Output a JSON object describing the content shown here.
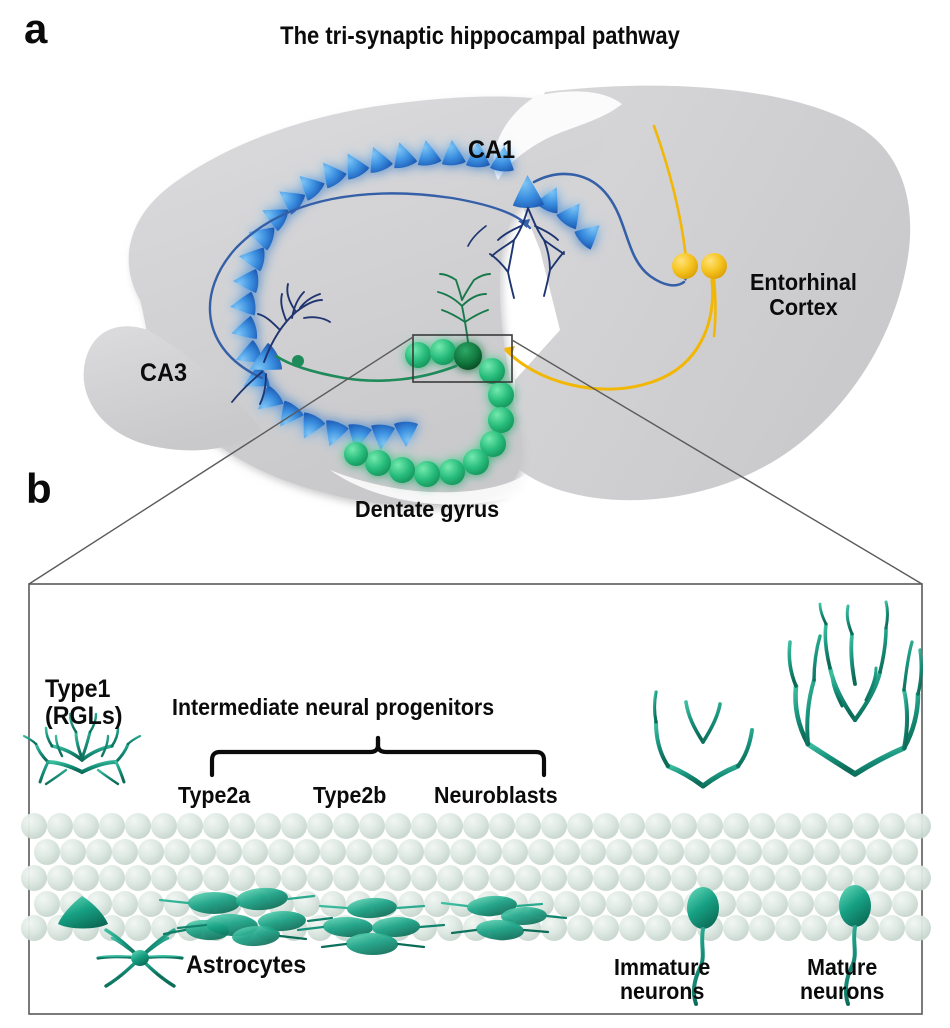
{
  "figure": {
    "panel_a": {
      "letter": "a",
      "title": "The tri-synaptic hippocampal pathway",
      "labels": {
        "ca1": "CA1",
        "ca3": "CA3",
        "entorhinal_line1": "Entorhinal",
        "entorhinal_line2": "Cortex",
        "dentate_gyrus": "Dentate gyrus"
      },
      "colors": {
        "brain_fill": "#d2d2d4",
        "pyramidal_blue": "#2a7fd4",
        "pyramidal_dark": "#14306e",
        "granule_green": "#22b573",
        "granule_dark": "#0c6b3a",
        "entorhinal_yellow": "#f2b705",
        "mossy_fiber_green": "#1f8a5a",
        "schaffer_blue": "#2f5fa8",
        "inset_box_stroke": "#3a3a3a"
      }
    },
    "panel_b": {
      "letter": "b",
      "labels": {
        "type1_line1": "Type1",
        "type1_line2": "(RGLs)",
        "intermediate_progenitors": "Intermediate neural progenitors",
        "type2a": "Type2a",
        "type2b": "Type2b",
        "neuroblasts": "Neuroblasts",
        "astrocytes": "Astrocytes",
        "immature_line1": "Immature",
        "immature_line2": "neurons",
        "mature_line1": "Mature",
        "mature_line2": "neurons"
      },
      "colors": {
        "granule_layer_cell": "#cfdcd4",
        "lineage_teal": "#17987a",
        "lineage_teal_dark": "#0e7a62",
        "box_border": "#4a4a4a",
        "panel_background": "#ffffff"
      }
    }
  }
}
